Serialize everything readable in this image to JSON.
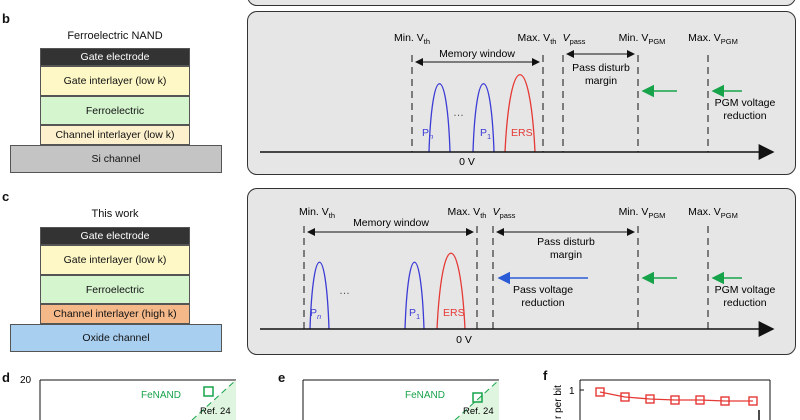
{
  "panel_b": {
    "letter": "b",
    "stack_title": "Ferroelectric NAND",
    "layers": [
      "Gate electrode",
      "Gate interlayer (low k)",
      "Ferroelectric",
      "Channel interlayer (low k)",
      "Si channel"
    ],
    "labels": {
      "min_vth": "Min. V",
      "max_vth": "Max. V",
      "vth_sub": "th",
      "vpass": "V",
      "vpass_sub": "pass",
      "min_vpgm": "Min. V",
      "max_vpgm": "Max. V",
      "pgm_sub": "PGM",
      "memory_window": "Memory window",
      "pass_disturb_1": "Pass disturb",
      "pass_disturb_2": "margin",
      "pgm_red_1": "PGM voltage",
      "pgm_red_2": "reduction",
      "zero_v": "0 V",
      "pn": "P",
      "pn_sub": "n",
      "p1": "P",
      "p1_sub": "1",
      "dots": "…",
      "ers": "ERS"
    }
  },
  "panel_c": {
    "letter": "c",
    "stack_title": "This work",
    "layers": [
      "Gate electrode",
      "Gate interlayer (low k)",
      "Ferroelectric",
      "Channel interlayer (high k)",
      "Oxide channel"
    ],
    "labels": {
      "min_vth": "Min. V",
      "max_vth": "Max. V",
      "vth_sub": "th",
      "vpass": "V",
      "vpass_sub": "pass",
      "min_vpgm": "Min. V",
      "max_vpgm": "Max. V",
      "pgm_sub": "PGM",
      "memory_window": "Memory window",
      "pass_disturb_1": "Pass disturb",
      "pass_disturb_2": "margin",
      "pass_red_1": "Pass voltage",
      "pass_red_2": "reduction",
      "pgm_red_1": "PGM voltage",
      "pgm_red_2": "reduction",
      "zero_v": "0 V",
      "pn": "P",
      "pn_sub": "n",
      "p1": "P",
      "p1_sub": "1",
      "dots": "…",
      "ers": "ERS"
    }
  },
  "panel_d": {
    "letter": "d",
    "ytick": "20",
    "region": "FeNAND",
    "ref": "Ref. 24"
  },
  "panel_e": {
    "letter": "e",
    "region": "FeNAND",
    "ref": "Ref. 24"
  },
  "panel_f": {
    "letter": "f",
    "ylabel": "r per bit",
    "ytick": "1"
  },
  "colors": {
    "gate_electrode": "#333333",
    "gate_interlayer": "#fdf8c6",
    "ferroelectric": "#d5f5cf",
    "channel_low_k": "#fdf1cd",
    "channel_high_k": "#f5b889",
    "si_channel": "#c4c4c4",
    "oxide_channel": "#a8cef0",
    "blue": "#3b3bd6",
    "red": "#e53935",
    "green": "#17a34a"
  }
}
